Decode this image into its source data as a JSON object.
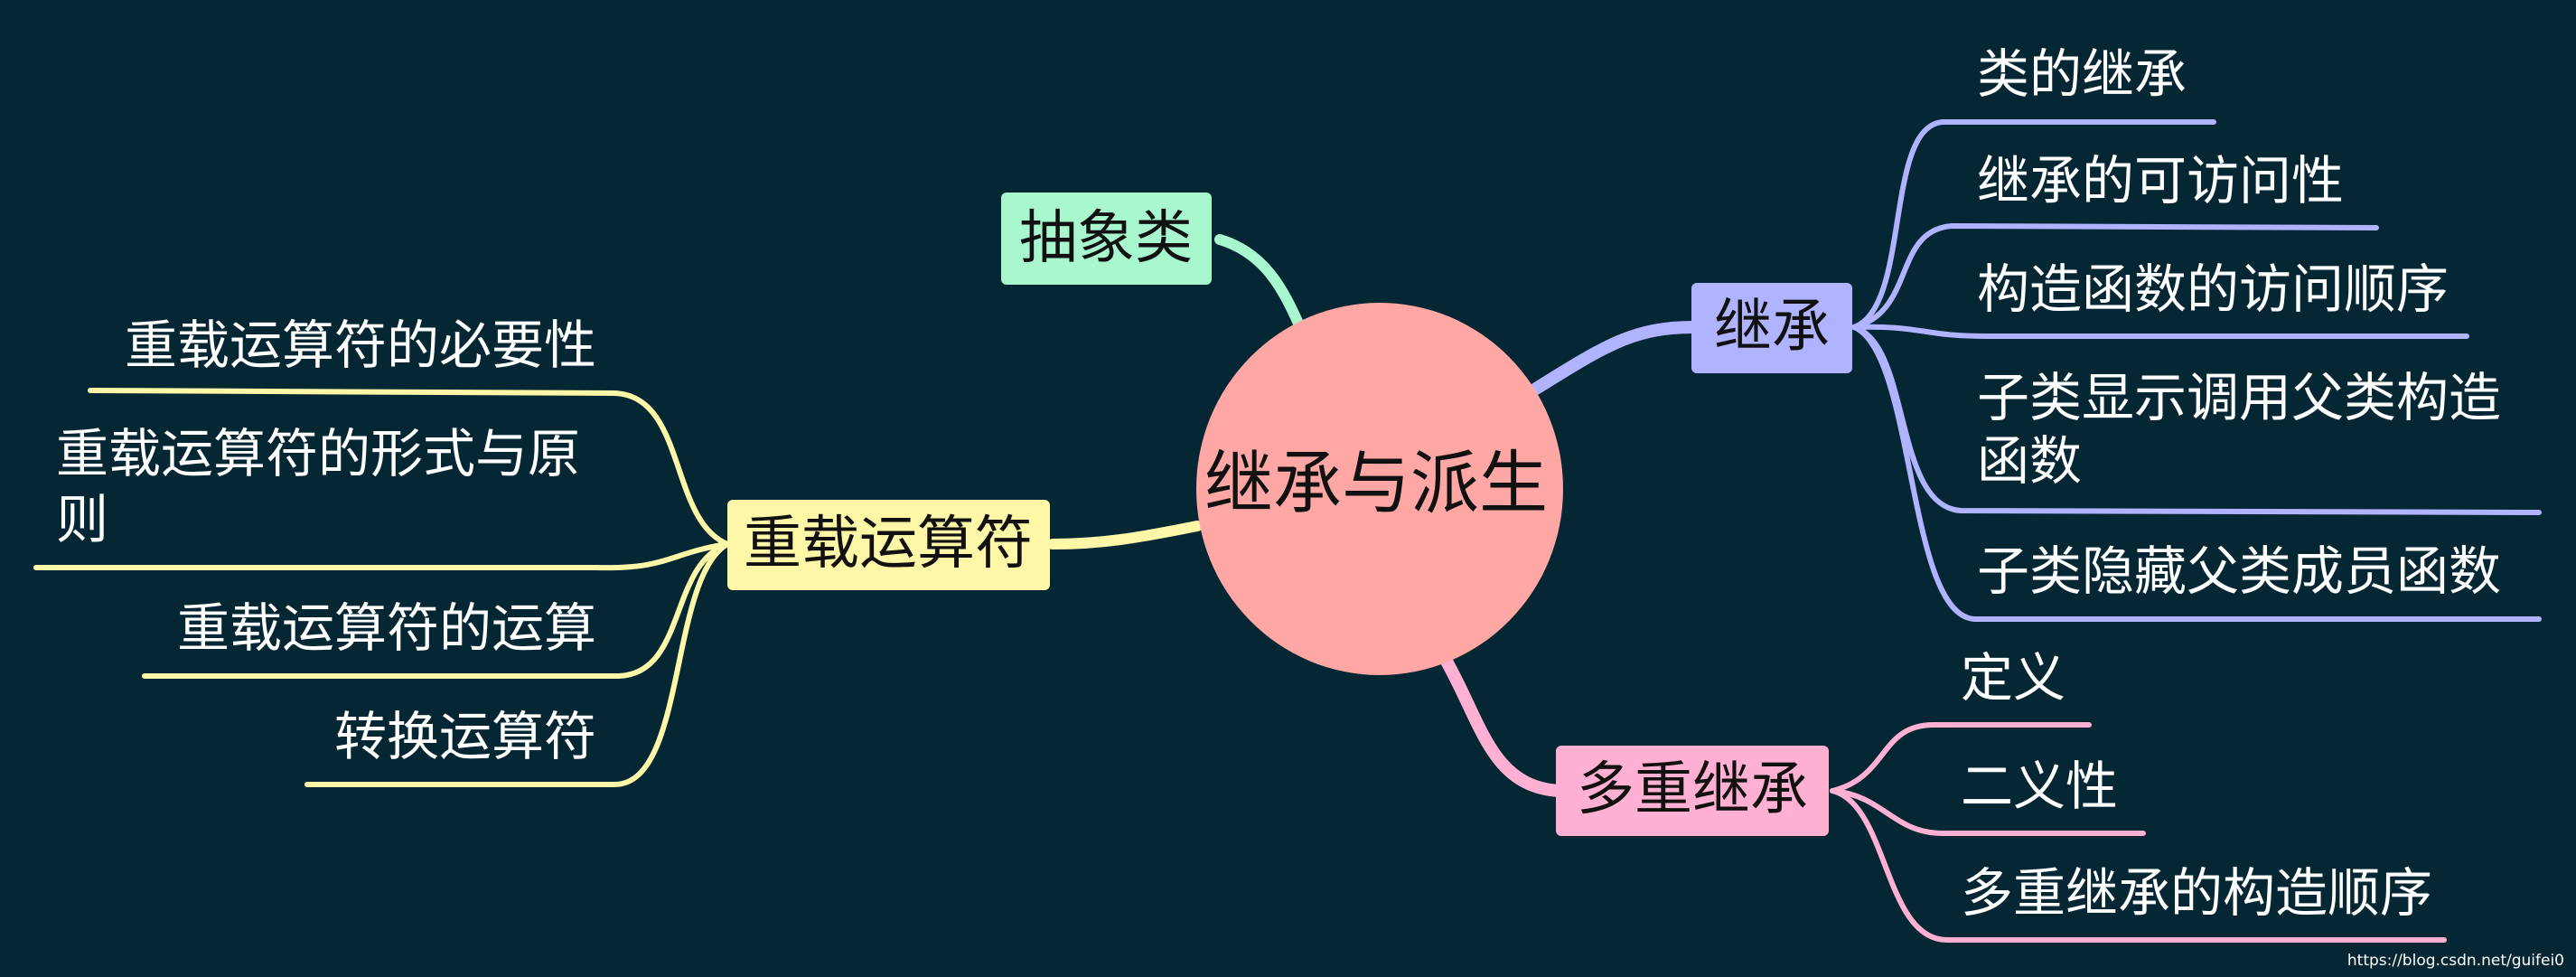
{
  "center": {
    "label": "继承与派生",
    "color": "#ffa7a5"
  },
  "branches": {
    "abstract": {
      "label": "抽象类",
      "color": "#a8f7cf"
    },
    "inherit": {
      "label": "继承",
      "color": "#b0b3ff",
      "items": [
        "类的继承",
        "继承的可访问性",
        "构造函数的访问顺序",
        "子类显示调用父类构造",
        "函数",
        "子类隐藏父类成员函数"
      ]
    },
    "multi": {
      "label": "多重继承",
      "color": "#ffb0d3",
      "items": [
        "定义",
        "二义性",
        "多重继承的构造顺序"
      ]
    },
    "overload": {
      "label": "重载运算符",
      "color": "#fff7a8",
      "items": [
        "重载运算符的必要性",
        "重载运算符的形式与原",
        "则",
        "重载运算符的运算",
        "转换运算符"
      ]
    }
  },
  "watermark": "https://blog.csdn.net/guifei0"
}
